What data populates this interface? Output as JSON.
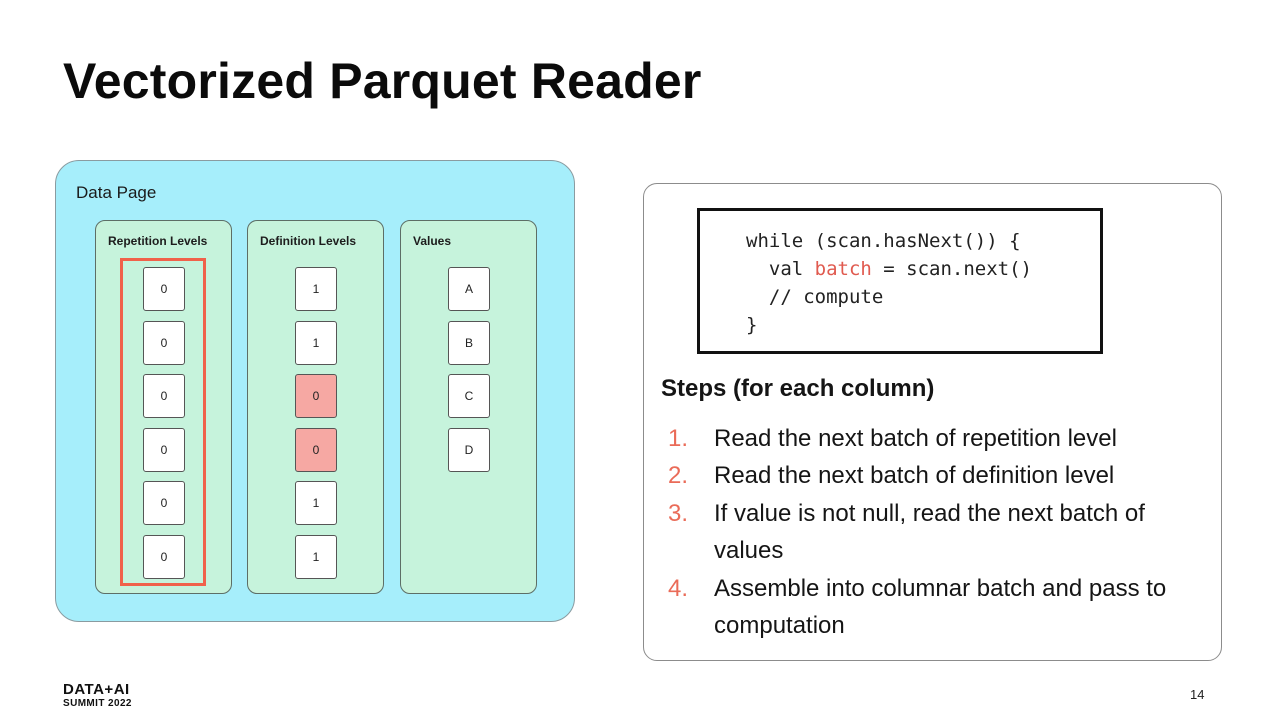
{
  "slide": {
    "title": "Vectorized Parquet Reader",
    "page_number": "14"
  },
  "logo": {
    "main": "DATA+AI",
    "sub": "SUMMIT 2022"
  },
  "diagram": {
    "data_page_label": "Data Page",
    "columns": [
      {
        "label": "Repetition Levels",
        "cells": [
          "0",
          "0",
          "0",
          "0",
          "0",
          "0"
        ],
        "null_flags": [
          false,
          false,
          false,
          false,
          false,
          false
        ],
        "highlighted": true
      },
      {
        "label": "Definition Levels",
        "cells": [
          "1",
          "1",
          "0",
          "0",
          "1",
          "1"
        ],
        "null_flags": [
          false,
          false,
          true,
          true,
          false,
          false
        ],
        "highlighted": false
      },
      {
        "label": "Values",
        "cells": [
          "A",
          "B",
          "C",
          "D"
        ],
        "null_flags": [
          false,
          false,
          false,
          false
        ],
        "highlighted": false
      }
    ],
    "colors": {
      "page_bg": "#a6eefb",
      "column_bg": "#c6f3dc",
      "null_cell": "#f6a8a3",
      "highlight": "#f0614a"
    }
  },
  "code": {
    "line1": "while (scan.hasNext()) {",
    "line2_prefix": "  val ",
    "line2_kw": "batch",
    "line2_suffix": " = scan.next()",
    "line3": "  // compute",
    "line4": "}"
  },
  "steps": {
    "heading": "Steps (for each column)",
    "items": [
      {
        "num": "1.",
        "text": "Read the next batch of repetition level"
      },
      {
        "num": "2.",
        "text": "Read the next batch of definition level"
      },
      {
        "num": "3.",
        "text": "If value is not null, read the next batch of values"
      },
      {
        "num": "4.",
        "text": "Assemble into columnar batch and pass to computation"
      }
    ]
  }
}
